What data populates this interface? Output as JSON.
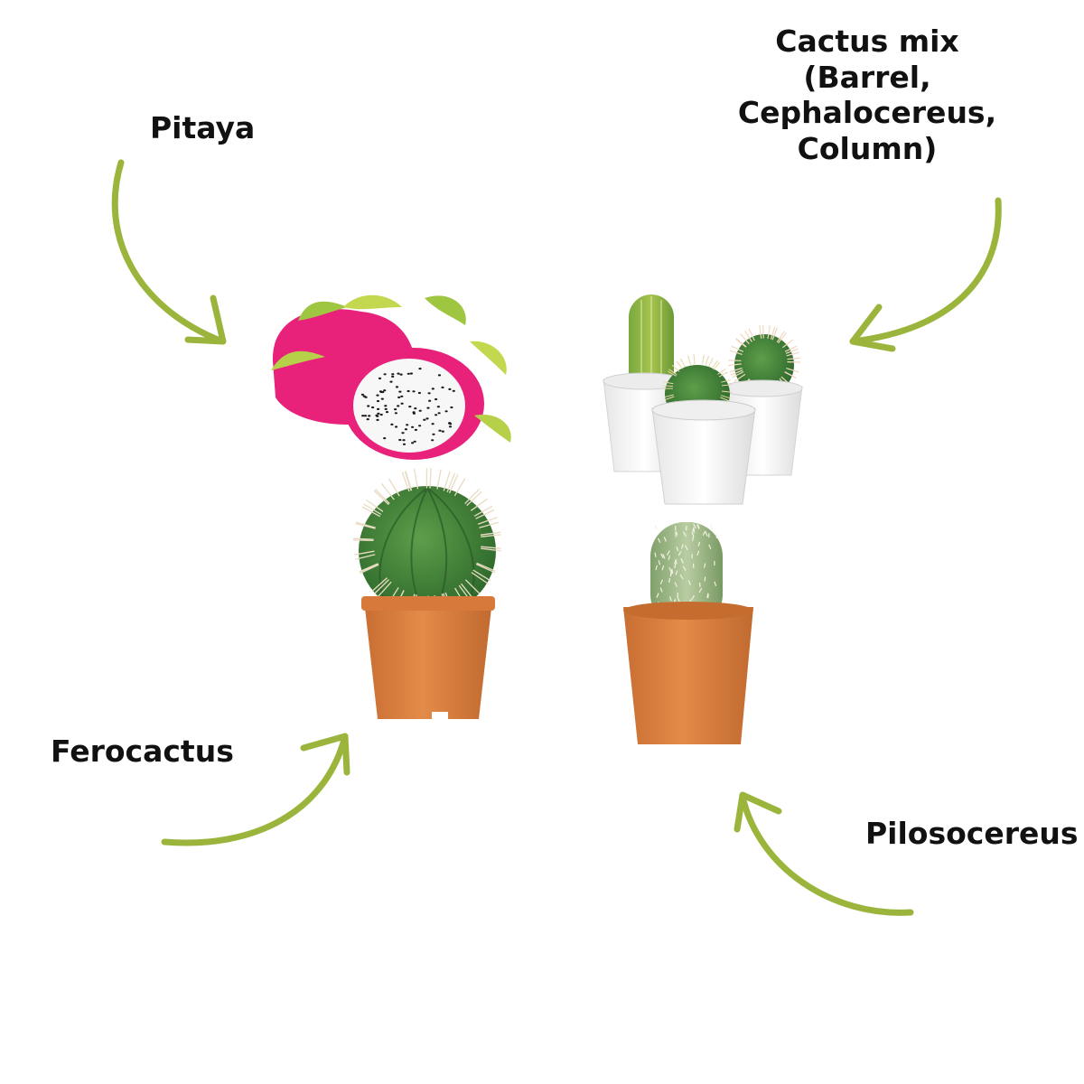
{
  "labels": {
    "pitaya": "Pitaya",
    "cactus_mix": "Cactus mix (Barrel, Cephalocereus, Column)",
    "ferocactus": "Ferocactus",
    "pilosocereus": "Pilosocereus"
  },
  "colors": {
    "arrow": "#9bb53c",
    "dragonfruit_skin": "#e8227a",
    "dragonfruit_flesh": "#f7f7f7",
    "dragonfruit_seed": "#1b1b1b",
    "cactus_green": "#4f8d3f",
    "cactus_light": "#8db54a",
    "terracotta_pot": "#d9803f",
    "white_pot": "#f4f4f4"
  },
  "icons": {
    "arrow": "curved-arrow-icon",
    "fruit": "dragon-fruit-icon",
    "cactus": "cactus-icon",
    "pot": "pot-icon"
  }
}
